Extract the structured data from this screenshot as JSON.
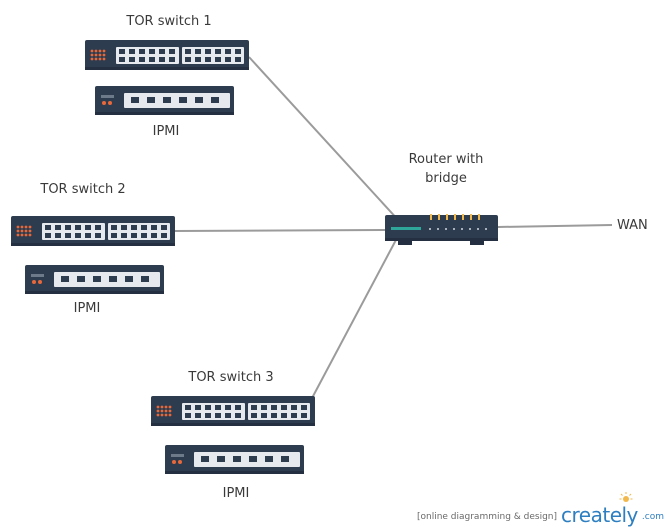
{
  "diagram": {
    "switches": [
      {
        "label": "TOR switch 1",
        "ipmi_label": "IPMI"
      },
      {
        "label": "TOR switch 2",
        "ipmi_label": "IPMI"
      },
      {
        "label": "TOR switch 3",
        "ipmi_label": "IPMI"
      }
    ],
    "router": {
      "label_line1": "Router with",
      "label_line2": "bridge"
    },
    "wan_label": "WAN",
    "colors": {
      "device_body": "#2e3c4f",
      "device_dark": "#243041",
      "port_panel": "#e6eaee",
      "accent_orange": "#e8683a",
      "router_led": "#f2b84b",
      "router_stripe": "#2ea79a",
      "link": "#9b9b9b"
    }
  },
  "watermark": {
    "tagline": "[online diagramming & design]",
    "brand": "creately",
    "tld": ".com"
  }
}
